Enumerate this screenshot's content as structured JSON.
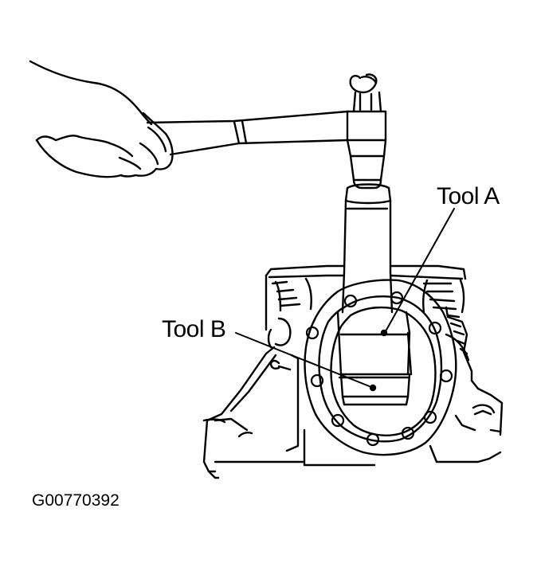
{
  "labels": {
    "tool_a": "Tool A",
    "tool_b": "Tool B"
  },
  "figure_id": "G00770392",
  "colors": {
    "ink": "#000000",
    "paper": "#ffffff"
  }
}
